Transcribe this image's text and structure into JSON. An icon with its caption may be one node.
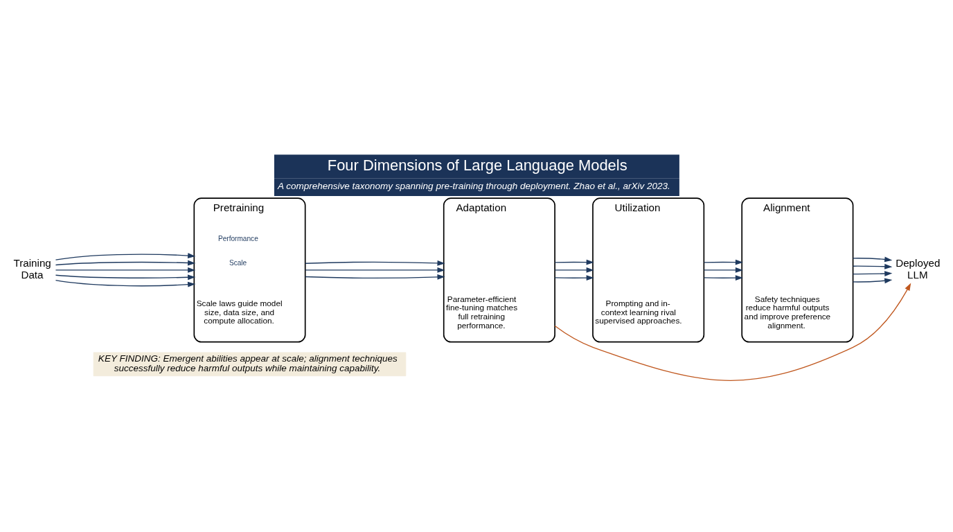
{
  "diagram": {
    "title": "Four Dimensions of Large Language Models",
    "caption": "A comprehensive taxonomy spanning pre-training through deployment. Zhao et al., arXiv 2023.",
    "nodes": [
      {
        "text": [
          "Training Data"
        ]
      },
      {
        "text": [
          "Pretraining",
          "Scale laws guide model size, data size, and compute allocation."
        ]
      },
      {
        "text": [
          "Adaptation",
          "Parameter-efficient fine-tuning matches full retraining performance."
        ]
      },
      {
        "text": [
          "Utilization",
          "Prompting and in-context learning rival supervised approaches."
        ]
      },
      {
        "text": [
          "Alignment",
          "Safety techniques reduce harmful outputs and improve preference alignment."
        ]
      },
      {
        "text": [
          "Deployed LLM"
        ]
      }
    ],
    "edges": [
      {
        "from": 0,
        "to": 1,
        "arrow": "to"
      },
      {
        "from": 0,
        "to": 1,
        "arrow": "to"
      },
      {
        "from": 0,
        "to": 1,
        "arrow": "to"
      },
      {
        "from": 0,
        "to": 1,
        "arrow": "to"
      },
      {
        "from": 0,
        "to": 1,
        "arrow": "to"
      },
      {
        "from": 1,
        "to": 2,
        "arrow": "to"
      },
      {
        "from": 1,
        "to": 2,
        "arrow": "to"
      },
      {
        "from": 1,
        "to": 2,
        "arrow": "to"
      },
      {
        "from": 2,
        "to": 3,
        "arrow": "to"
      },
      {
        "from": 2,
        "to": 3,
        "arrow": "to"
      },
      {
        "from": 2,
        "to": 3,
        "arrow": "to"
      },
      {
        "from": 3,
        "to": 4,
        "arrow": "to"
      },
      {
        "from": 3,
        "to": 4,
        "arrow": "to"
      },
      {
        "from": 3,
        "to": 4,
        "arrow": "to"
      },
      {
        "from": 4,
        "to": 5,
        "arrow": "to"
      },
      {
        "from": 4,
        "to": 5,
        "arrow": "to"
      },
      {
        "from": 4,
        "to": 5,
        "arrow": "to"
      },
      {
        "from": 4,
        "to": 5,
        "arrow": "to"
      },
      {
        "from": 2,
        "to": 5,
        "arrow": "to",
        "color": "#c0581f"
      }
    ],
    "labels": [
      "Performance",
      "Scale",
      "KEY FINDING: Emergent abilities appear at scale; alignment techniques successfully reduce harmful outputs while maintaining capability."
    ]
  }
}
